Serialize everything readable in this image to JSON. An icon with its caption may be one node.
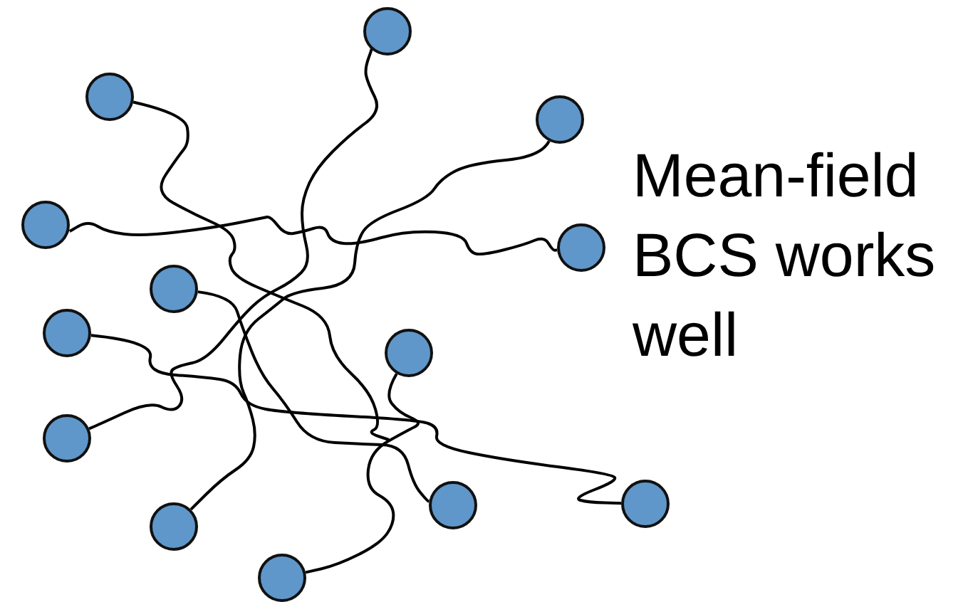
{
  "diagram": {
    "nodes": [
      {
        "text": [],
        "shape": "circle"
      },
      {
        "text": [],
        "shape": "circle"
      },
      {
        "text": [],
        "shape": "circle"
      },
      {
        "text": [],
        "shape": "circle"
      },
      {
        "text": [],
        "shape": "circle"
      },
      {
        "text": [],
        "shape": "circle"
      },
      {
        "text": [],
        "shape": "circle"
      },
      {
        "text": [],
        "shape": "circle"
      },
      {
        "text": [],
        "shape": "circle"
      },
      {
        "text": [],
        "shape": "circle"
      },
      {
        "text": [],
        "shape": "circle"
      },
      {
        "text": [],
        "shape": "circle"
      },
      {
        "text": [],
        "shape": "circle"
      }
    ],
    "edges": [
      {
        "from": 0,
        "to": 8,
        "arrow": "none"
      },
      {
        "from": 1,
        "to": null,
        "arrow": "none"
      },
      {
        "from": 2,
        "to": 11,
        "arrow": "none"
      },
      {
        "from": 3,
        "to": 4,
        "arrow": "none"
      },
      {
        "from": 5,
        "to": 9,
        "arrow": "none"
      },
      {
        "from": 6,
        "to": 10,
        "arrow": "none"
      },
      {
        "from": 7,
        "to": 12,
        "arrow": "none"
      }
    ],
    "labels": [
      "Mean-field BCS works well"
    ]
  }
}
